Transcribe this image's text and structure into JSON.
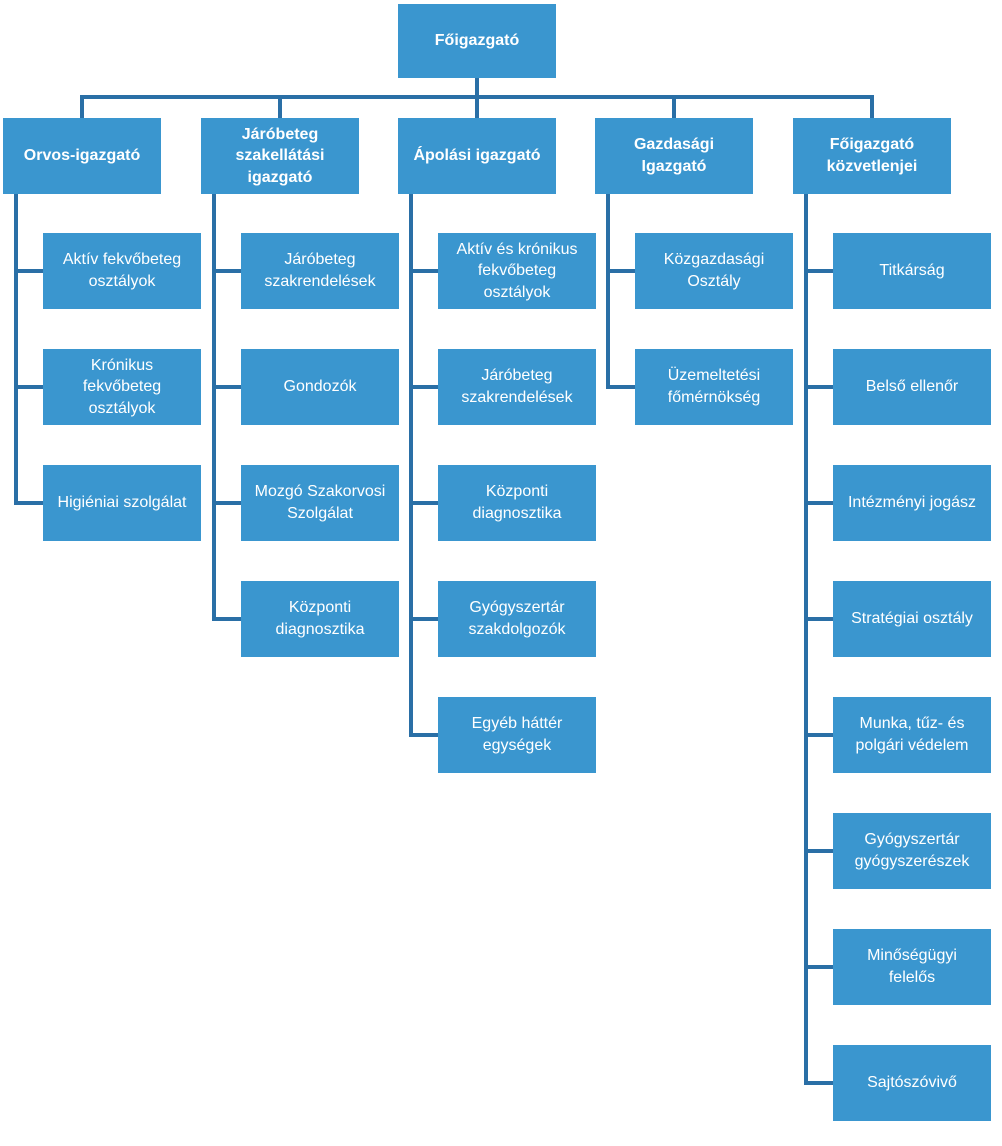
{
  "root": {
    "label": "Főigazgató"
  },
  "directors": [
    {
      "id": "orvos",
      "label": "Orvos-igazgató",
      "children": [
        "Aktív fekvőbeteg\nosztályok",
        "Krónikus\nfekvőbeteg\nosztályok",
        "Higiéniai szolgálat"
      ]
    },
    {
      "id": "jarobeteg",
      "label": "Járóbeteg\nszakellátási\nigazgató",
      "children": [
        "Járóbeteg\nszakrendelések",
        "Gondozók",
        "Mozgó Szakorvosi\nSzolgálat",
        "Központi\ndiagnosztika"
      ]
    },
    {
      "id": "apolasi",
      "label": "Ápolási igazgató",
      "children": [
        "Aktív és krónikus\nfekvőbeteg\nosztályok",
        "Járóbeteg\nszakrendelések",
        "Központi\ndiagnosztika",
        "Gyógyszertár\nszakdolgozók",
        "Egyéb háttér\negységek"
      ]
    },
    {
      "id": "gazdasagi",
      "label": "Gazdasági\nIgazgató",
      "children": [
        "Közgazdasági\nOsztály",
        "Üzemeltetési\nfőmérnökség"
      ]
    },
    {
      "id": "kozvetlen",
      "label": "Főigazgató\nközvetlenjei",
      "children": [
        "Titkárság",
        "Belső ellenőr",
        "Intézményi jogász",
        "Stratégiai osztály",
        "Munka, tűz- és\npolgári védelem",
        "Gyógyszertár\ngyógyszerészek",
        "Minőségügyi\nfelelős",
        "Sajtószóvivő"
      ]
    }
  ],
  "colors": {
    "box": "#3a96cf",
    "line": "#2a6fa6",
    "text": "#ffffff"
  }
}
